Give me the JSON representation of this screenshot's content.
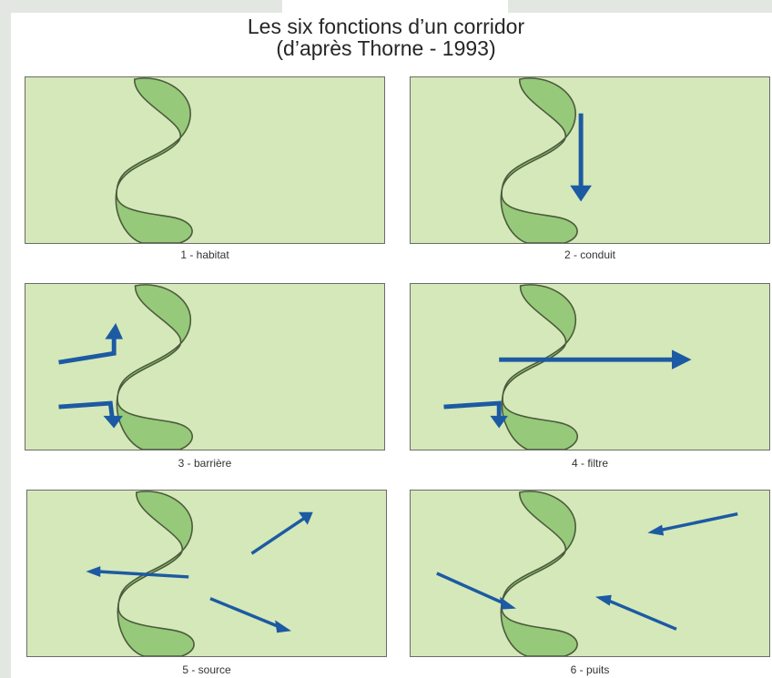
{
  "title": {
    "line1": "Les six fonctions d’un corridor",
    "line2": "(d’après Thorne - 1993)"
  },
  "panels": [
    {
      "caption": "1 - habitat"
    },
    {
      "caption": "2 - conduit"
    },
    {
      "caption": "3 - barrière"
    },
    {
      "caption": "4 - filtre"
    },
    {
      "caption": "5 - source"
    },
    {
      "caption": "6 - puits"
    }
  ],
  "colors": {
    "background": "#d5e8b9",
    "corridor": "#96c97a",
    "arrow": "#1c5aa3"
  }
}
